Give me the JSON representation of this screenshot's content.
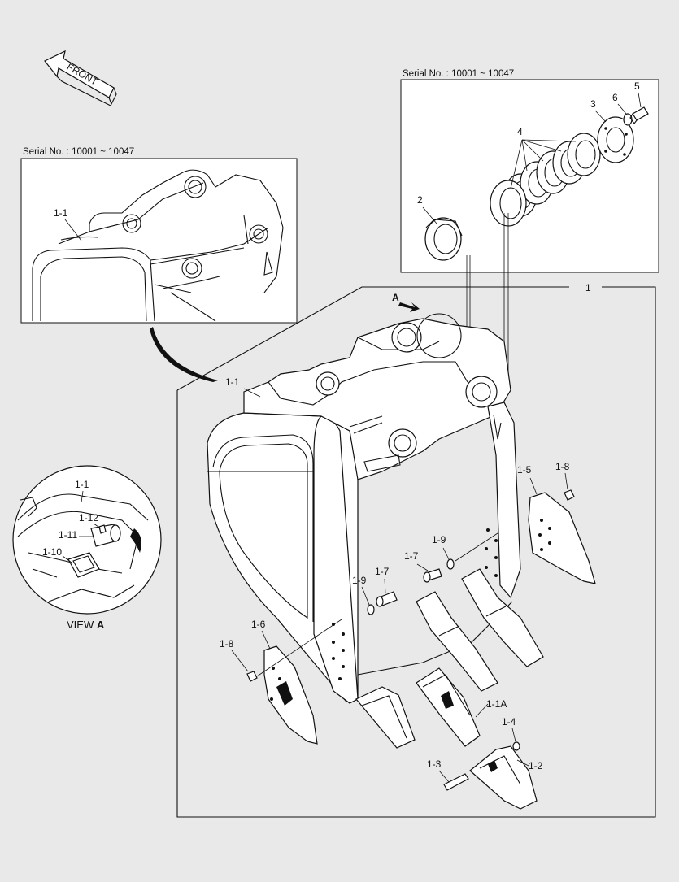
{
  "orientation": {
    "front_label": "FRONT"
  },
  "insets": {
    "left_serial": "Serial No. : 10001 ~ 10047",
    "right_serial": "Serial No. : 10001 ~ 10047",
    "view_label_prefix": "VIEW",
    "view_label_letter": "A",
    "view_arrow_letter": "A"
  },
  "callouts": {
    "c1": "1",
    "c1_1_inset": "1-1",
    "c1_1_main": "1-1",
    "c1_1_view": "1-1",
    "c1_10": "1-10",
    "c1_11": "1-11",
    "c1_12": "1-12",
    "c2": "2",
    "c3": "3",
    "c4": "4",
    "c5": "5",
    "c6": "6",
    "c1_2": "1-2",
    "c1_3": "1-3",
    "c1_4": "1-4",
    "c1_5": "1-5",
    "c1_6": "1-6",
    "c1_7": "1-7",
    "c1_8_left": "1-8",
    "c1_8_right": "1-8",
    "c1_9_left": "1-9",
    "c1_9_right": "1-9",
    "c1_1A": "1-1A"
  },
  "colors": {
    "background": "#e9e9e9",
    "line": "#111111",
    "fill": "#ffffff"
  }
}
